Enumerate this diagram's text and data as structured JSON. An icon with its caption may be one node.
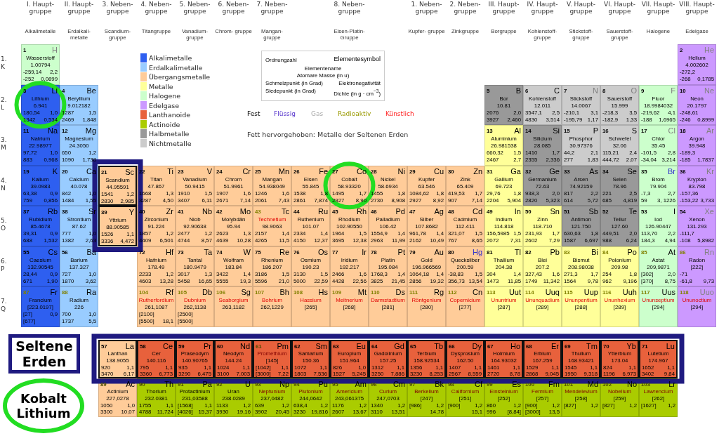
{
  "diagram": {
    "nodes": [
      {
        "text": [
          "1",
          "H",
          "Wasserstoff",
          "1.00794",
          "-259,14",
          "2,2",
          "-252",
          "0,0899"
        ]
      },
      {
        "text": [
          "2",
          "He",
          "Helium",
          "4.002602",
          "-272,2",
          "-268",
          "0,1785"
        ]
      },
      {
        "text": [
          "3",
          "Li",
          "Lithium",
          "6.941",
          "180,54",
          "1,0",
          "1342",
          "0,534"
        ]
      },
      {
        "text": [
          "4",
          "Be",
          "Beryllium",
          "9.012182",
          "1287",
          "1,5",
          "2469",
          "1,848"
        ]
      },
      {
        "text": [
          "5",
          "B",
          "Bor",
          "10.81",
          "2076",
          "2,0",
          "3927",
          "2,460"
        ]
      },
      {
        "text": [
          "6",
          "C",
          "Kohlenstoff",
          "12.011",
          "3547,1",
          "2,5",
          "4830",
          "3,514"
        ]
      },
      {
        "text": [
          "7",
          "N",
          "Stickstoff",
          "14.0067",
          "-210,1",
          "3,1",
          "-195,79",
          "1,17"
        ]
      },
      {
        "text": [
          "8",
          "O",
          "Sauerstoff",
          "15.999",
          "-218,3",
          "3,5",
          "-182,9",
          "1,33"
        ]
      },
      {
        "text": [
          "9",
          "F",
          "Fluor",
          "18.9984032",
          "-219,62",
          "4,1",
          "-188",
          "1,6965"
        ]
      },
      {
        "text": [
          "10",
          "Ne",
          "Neon",
          "20.1797",
          "-248,61",
          "-246",
          "0,8999"
        ]
      },
      {
        "text": [
          "11",
          "Na",
          "Natrium",
          "22.98977",
          "97,72",
          "1,0",
          "883",
          "0,968"
        ]
      },
      {
        "text": [
          "12",
          "Mg",
          "Magnesium",
          "24.3050",
          "650",
          "1,2",
          "1090",
          "1,738"
        ]
      },
      {
        "text": [
          "13",
          "Al",
          "Aluminium",
          "26.981538",
          "660,32",
          "1,5",
          "2467",
          "2,7"
        ]
      },
      {
        "text": [
          "14",
          "Si",
          "Silicium",
          "28.085",
          "1410",
          "1,7",
          "2355",
          "2,336"
        ]
      },
      {
        "text": [
          "15",
          "P",
          "Phosphor",
          "30.97376",
          "44,2",
          "2,1",
          "277",
          "1,83"
        ]
      },
      {
        "text": [
          "16",
          "S",
          "Schwefel",
          "32.06",
          "115,21",
          "2,4",
          "444,72",
          "2,07"
        ]
      },
      {
        "text": [
          "17",
          "Cl",
          "Chlor",
          "35.45",
          "-101,5",
          "2,8",
          "-34,04",
          "3,214"
        ]
      },
      {
        "text": [
          "18",
          "Ar",
          "Argon",
          "39.948",
          "-189,3",
          "-185",
          "1,7837"
        ]
      },
      {
        "text": [
          "19",
          "K",
          "Kalium",
          "39.0983",
          "63,38",
          "0,9",
          "759",
          "0,856"
        ]
      },
      {
        "text": [
          "20",
          "Ca",
          "Calcium",
          "40.078",
          "842",
          "1,0",
          "1484",
          "1,55"
        ]
      },
      {
        "text": [
          "21",
          "Sc",
          "Scandium",
          "44.95591",
          "1541",
          "1,2",
          "2830",
          "2,985"
        ]
      },
      {
        "text": [
          "22",
          "Ti",
          "Titan",
          "47.867",
          "1668",
          "1,3",
          "3287",
          "4,50"
        ]
      },
      {
        "text": [
          "23",
          "V",
          "Vanadium",
          "50.9415",
          "1910",
          "1,5",
          "3407",
          "6,11"
        ]
      },
      {
        "text": [
          "24",
          "Cr",
          "Chrom",
          "51.9961",
          "1907",
          "1,6",
          "2671",
          "7,14"
        ]
      },
      {
        "text": [
          "25",
          "Mn",
          "Mangan",
          "54.938049",
          "1246",
          "1,6",
          "2061",
          "7,43"
        ]
      },
      {
        "text": [
          "26",
          "Fe",
          "Eisen",
          "55.845",
          "1538",
          "1,8",
          "2861",
          "7,874"
        ]
      },
      {
        "text": [
          "27",
          "Co",
          "Cobalt",
          "58.93320",
          "1495",
          "1,7",
          "2927",
          "8,90"
        ]
      },
      {
        "text": [
          "28",
          "Ni",
          "Nickel",
          "58.6934",
          "1455",
          "1,8",
          "2730",
          "8,908"
        ]
      },
      {
        "text": [
          "29",
          "Cu",
          "Kupfer",
          "63.546",
          "1084,62",
          "1,8",
          "2927",
          "8,92"
        ]
      },
      {
        "text": [
          "30",
          "Zn",
          "Zink",
          "65.409",
          "419,53",
          "1,7",
          "907",
          "7,14"
        ]
      },
      {
        "text": [
          "31",
          "Ga",
          "Gallium",
          "69.723",
          "29,76",
          "1,8",
          "2204",
          "5,904"
        ]
      },
      {
        "text": [
          "32",
          "Ge",
          "Germanium",
          "72.63",
          "938,3",
          "2,0",
          "2820",
          "5,323"
        ]
      },
      {
        "text": [
          "33",
          "As",
          "Arsen",
          "74.92159",
          "817",
          "2,2",
          "614",
          "5,72"
        ]
      },
      {
        "text": [
          "34",
          "Se",
          "Selen",
          "78.96",
          "221",
          "2,5",
          "685",
          "4,819"
        ]
      },
      {
        "text": [
          "35",
          "Br",
          "Brom",
          "79.904",
          "-7,3",
          "2,7",
          "59",
          "3, 1226"
        ]
      },
      {
        "text": [
          "36",
          "Kr",
          "Krypton",
          "83.798",
          "-157,36",
          "-153,22",
          "3,733"
        ]
      },
      {
        "text": [
          "37",
          "Rb",
          "Rubidium",
          "85.4678",
          "39,31",
          "0,9",
          "688",
          "1,532"
        ]
      },
      {
        "text": [
          "38",
          "Sr",
          "Strontium",
          "87.62",
          "777",
          "1,0",
          "1382",
          "2,63"
        ]
      },
      {
        "text": [
          "39",
          "Y",
          "Yttrium",
          "88.90585",
          "1526",
          "1,1",
          "3336",
          "4,472"
        ]
      },
      {
        "text": [
          "40",
          "Zr",
          "Zirconium",
          "91.224",
          "1857",
          "1,2",
          "4409",
          "6,501"
        ]
      },
      {
        "text": [
          "41",
          "Nb",
          "Niob",
          "92.90638",
          "2477",
          "1,2",
          "4744",
          "8,57"
        ]
      },
      {
        "text": [
          "42",
          "Mo",
          "Molybdän",
          "95.94",
          "2623",
          "1,3",
          "4639",
          "10,28"
        ]
      },
      {
        "text": [
          "43",
          "Tc",
          "Technetium",
          "98.9063",
          "2157",
          "1,4",
          "4265",
          "11,5"
        ]
      },
      {
        "text": [
          "44",
          "Ru",
          "Ruthenium",
          "101.07",
          "2334",
          "1,4",
          "4150",
          "12,37"
        ]
      },
      {
        "text": [
          "45",
          "Rh",
          "Rhodium",
          "102.90550",
          "1964",
          "1,5",
          "3695",
          "12,38"
        ]
      },
      {
        "text": [
          "46",
          "Pd",
          "Palladium",
          "106.42",
          "1554,9",
          "1,4",
          "2963",
          "11,99"
        ]
      },
      {
        "text": [
          "47",
          "Ag",
          "Silber",
          "107.8682",
          "961,78",
          "1,4",
          "2162",
          "10,49"
        ]
      },
      {
        "text": [
          "48",
          "Cd",
          "Cadmium",
          "112.411",
          "321,07",
          "1,5",
          "767",
          "8,65"
        ]
      },
      {
        "text": [
          "49",
          "In",
          "Indium",
          "114.818",
          "156,5985",
          "1,5",
          "2072",
          "7,31"
        ]
      },
      {
        "text": [
          "50",
          "Sn",
          "Zinn",
          "118.710",
          "231,93",
          "1,7",
          "2602",
          "7,29"
        ]
      },
      {
        "text": [
          "51",
          "Sb",
          "Antimon",
          "121.750",
          "630,63",
          "1,8",
          "1587",
          "6,697"
        ]
      },
      {
        "text": [
          "52",
          "Te",
          "Tellur",
          "127.60",
          "449,51",
          "2,0",
          "988",
          "6,24"
        ]
      },
      {
        "text": [
          "53",
          "I",
          "Iod",
          "126.90447",
          "113,70",
          "2,2",
          "184,3",
          "4,94"
        ]
      },
      {
        "text": [
          "54",
          "Xe",
          "Xenon",
          "131.293",
          "-111,7",
          "-108",
          "5,8982"
        ]
      },
      {
        "text": [
          "55",
          "Cs",
          "Caesium",
          "132.90545",
          "28,44",
          "0,9",
          "671",
          "1,90"
        ]
      },
      {
        "text": [
          "56",
          "Ba",
          "Barium",
          "137.327",
          "727",
          "1,0",
          "1870",
          "3,62"
        ]
      },
      {
        "text": [
          "72",
          "Hf",
          "Hafnium",
          "178.49",
          "2233",
          "1,2",
          "4603",
          "13,28"
        ]
      },
      {
        "text": [
          "73",
          "Ta",
          "Tantal",
          "180.9479",
          "3017",
          "1,3",
          "5458",
          "16,65"
        ]
      },
      {
        "text": [
          "74",
          "W",
          "Wolfram",
          "183.84",
          "3422",
          "1,4",
          "5555",
          "19,3"
        ]
      },
      {
        "text": [
          "75",
          "Re",
          "Rhenium",
          "186.207",
          "3186",
          "1,5",
          "5596",
          "21,0"
        ]
      },
      {
        "text": [
          "76",
          "Os",
          "Osmium",
          "190.23",
          "3130",
          "1,5",
          "5000",
          "22,59"
        ]
      },
      {
        "text": [
          "77",
          "Ir",
          "Iridium",
          "192.217",
          "2466",
          "1,6",
          "4428",
          "22,56"
        ]
      },
      {
        "text": [
          "78",
          "Pt",
          "Platin",
          "195.084",
          "1768,3",
          "1,4",
          "3825",
          "21,45"
        ]
      },
      {
        "text": [
          "79",
          "Au",
          "Gold",
          "196.966569",
          "1064,18",
          "1,4",
          "2856",
          "19,32"
        ]
      },
      {
        "text": [
          "80",
          "Hg",
          "Quecksilber",
          "200.59",
          "-38,83",
          "1,5",
          "356,73",
          "13,54"
        ]
      },
      {
        "text": [
          "81",
          "Tl",
          "Thallium",
          "204.38",
          "304",
          "1,4",
          "1473",
          "11,85"
        ]
      },
      {
        "text": [
          "82",
          "Pb",
          "Blei",
          "207.2",
          "327,43",
          "1,6",
          "1749",
          "11,342"
        ]
      },
      {
        "text": [
          "83",
          "Bi",
          "Bismut",
          "208.98038",
          "271,3",
          "1,7",
          "1564",
          "9,78"
        ]
      },
      {
        "text": [
          "84",
          "Po",
          "Polonium",
          "209.98",
          "254",
          "1,8",
          "962",
          "9,196"
        ]
      },
      {
        "text": [
          "85",
          "At",
          "Astat",
          "209,9871",
          "[302]",
          "2,0",
          "[370]",
          "8,75"
        ]
      },
      {
        "text": [
          "86",
          "Rn",
          "Radon",
          "[222]",
          "-71",
          "-61,8",
          "9,73"
        ]
      },
      {
        "text": [
          "87",
          "Fr",
          "Francium",
          "[223.0197]",
          "[27]",
          "0,9",
          "[677]"
        ]
      },
      {
        "text": [
          "88",
          "Ra",
          "Radium",
          "226",
          "700",
          "1,0",
          "1737",
          "5,5"
        ]
      },
      {
        "text": [
          "104",
          "Rf",
          "Rutherfordium",
          "261,1087",
          "[2100]",
          "[5500]",
          "18,1"
        ]
      },
      {
        "text": [
          "105",
          "Db",
          "Dubnium",
          "262,1138",
          "[2500]",
          "[5500]"
        ]
      },
      {
        "text": [
          "106",
          "Sg",
          "Seaborgium",
          "263,1182"
        ]
      },
      {
        "text": [
          "107",
          "Bh",
          "Bohrium",
          "262,1229"
        ]
      },
      {
        "text": [
          "108",
          "Hs",
          "Hassium",
          "[265]"
        ]
      },
      {
        "text": [
          "109",
          "Mt",
          "Meitnerium",
          "[268]"
        ]
      },
      {
        "text": [
          "110",
          "Ds",
          "Darmstadtium",
          "[281]"
        ]
      },
      {
        "text": [
          "111",
          "Rg",
          "Röntgenium",
          "[280]"
        ]
      },
      {
        "text": [
          "112",
          "Cn",
          "Copernicium",
          "[277]"
        ]
      },
      {
        "text": [
          "113",
          "Uut",
          "Ununtrium",
          "[287]"
        ]
      },
      {
        "text": [
          "114",
          "Uuq",
          "Ununquadium",
          "[289]"
        ]
      },
      {
        "text": [
          "115",
          "Uup",
          "Ununpentium",
          "[288]"
        ]
      },
      {
        "text": [
          "116",
          "Uuh",
          "Ununhexium",
          "[289]"
        ]
      },
      {
        "text": [
          "117",
          "Uus",
          "Ununseptium",
          "[294]"
        ]
      },
      {
        "text": [
          "118",
          "Uuo",
          "Ununoctium",
          "[294]"
        ]
      },
      {
        "text": [
          "57",
          "La",
          "Lanthan",
          "138.9055",
          "920",
          "1,1",
          "3470",
          "6,17"
        ]
      },
      {
        "text": [
          "58",
          "Ce",
          "Cer",
          "140.116",
          "795",
          "1,1",
          "3360",
          "6,773"
        ]
      },
      {
        "text": [
          "59",
          "Pr",
          "Praseodym",
          "140.90765",
          "935",
          "1,1",
          "3290",
          "6,475"
        ]
      },
      {
        "text": [
          "60",
          "Nd",
          "Neodym",
          "144.24",
          "1024",
          "1,1",
          "3100",
          "7,003"
        ]
      },
      {
        "text": [
          "61",
          "Pm",
          "Promethium",
          "[145]",
          "[1042]",
          "1,1",
          "[3000]",
          "7,22"
        ]
      },
      {
        "text": [
          "62",
          "Sm",
          "Samarium",
          "150.36",
          "1072",
          "1,1",
          "1803",
          "7,536"
        ]
      },
      {
        "text": [
          "63",
          "Eu",
          "Europium",
          "151.964",
          "826",
          "1,0",
          "1527",
          "5,245"
        ]
      },
      {
        "text": [
          "64",
          "Gd",
          "Gadolinium",
          "157.25",
          "1312",
          "1,1",
          "3250",
          "7,886"
        ]
      },
      {
        "text": [
          "65",
          "Tb",
          "Terbium",
          "158.92534",
          "1356",
          "1,1",
          "3230",
          "8,253"
        ]
      },
      {
        "text": [
          "66",
          "Dy",
          "Dysprosium",
          "162.50",
          "1407",
          "1,1",
          "2567",
          "8,559"
        ]
      },
      {
        "text": [
          "67",
          "Ho",
          "Holmium",
          "164.93032",
          "1461",
          "1,1",
          "2720",
          "8,78"
        ]
      },
      {
        "text": [
          "68",
          "Er",
          "Erbium",
          "167.259",
          "1529",
          "1,1",
          "2868",
          "9,045"
        ]
      },
      {
        "text": [
          "69",
          "Tm",
          "Thulium",
          "168.93421",
          "1545",
          "1,1",
          "1950",
          "9,318"
        ]
      },
      {
        "text": [
          "70",
          "Yb",
          "Ytterbium",
          "173.04",
          "824",
          "1,1",
          "1196",
          "6,973"
        ]
      },
      {
        "text": [
          "71",
          "Lu",
          "Lutetium",
          "174.967",
          "1652",
          "1,1",
          "3402",
          "9,84"
        ]
      },
      {
        "text": [
          "89",
          "Ac",
          "Actinium",
          "227,0278",
          "1050",
          "1,0",
          "3300",
          "10,07"
        ]
      },
      {
        "text": [
          "90",
          "Th",
          "Thorium",
          "232.0381",
          "1755",
          "1,1",
          "4788",
          "11,724"
        ]
      },
      {
        "text": [
          "91",
          "Pa",
          "Protactinium",
          "231,03588",
          "[1568]",
          "1,1",
          "[4026]",
          "15,37"
        ]
      },
      {
        "text": [
          "92",
          "U",
          "Uran",
          "238.0289",
          "1133",
          "1,2",
          "3930",
          "19,16"
        ]
      },
      {
        "text": [
          "93",
          "Np",
          "Neptunium",
          "237,0482",
          "639",
          "1,2",
          "3902",
          "20,45"
        ]
      },
      {
        "text": [
          "94",
          "Pu",
          "Plutonium",
          "244,0642",
          "638,4",
          "1,2",
          "3230",
          "19,816"
        ]
      },
      {
        "text": [
          "95",
          "Am",
          "Americium",
          "243,061375",
          "1176",
          "1,2",
          "2607",
          "13,67"
        ]
      },
      {
        "text": [
          "96",
          "Cm",
          "Curium",
          "247,0703",
          "1340",
          "1,2",
          "3110",
          "13,51"
        ]
      },
      {
        "text": [
          "97",
          "Bk",
          "Berkelium",
          "[247]",
          "[986]",
          "1,2",
          "14,78"
        ]
      },
      {
        "text": [
          "98",
          "Cf",
          "Californium",
          "[251]",
          "[900]",
          "1,2",
          "15,1"
        ]
      },
      {
        "text": [
          "99",
          "Es",
          "Einsteinium",
          "[252]",
          "860",
          "1,2",
          "996",
          "[8,84]"
        ]
      },
      {
        "text": [
          "100",
          "Fm",
          "Fermium",
          "[257]",
          "[900]",
          "1,2",
          "[3000]",
          "13,5"
        ]
      },
      {
        "text": [
          "101",
          "Md",
          "Mendelevium",
          "[258]",
          "[827]",
          "1,2"
        ]
      },
      {
        "text": [
          "102",
          "No",
          "Nobelium",
          "[259]",
          "[827]",
          "1,2"
        ]
      },
      {
        "text": [
          "103",
          "Lr",
          "Lawrencium",
          "[262]",
          "[1627]",
          "1,2"
        ]
      },
      {
        "text": [
          "Ordnungzahl",
          "Elementesymbol",
          "Elementename",
          "Atomare Masse (in u)",
          "Schmelzpunkt (in Grad)",
          "Elektronegativität",
          "Siedepunkt (in Grad)",
          "Dichte (in g · cm$^{−3}$)"
        ]
      },
      {
        "text": [
          "Seltene Erden"
        ]
      },
      {
        "text": [
          "Kobalt Lithium"
        ]
      }
    ],
    "labels": [
      "I. Haupt- gruppe",
      "II. Haupt- gruppe",
      "3. Neben- gruppe",
      "4. Neben- gruppe",
      "5. Neben- gruppe",
      "6. Neben- gruppe",
      "7. Neben- gruppe",
      "8. Neben- gruppe",
      "1. Neben- gruppe",
      "2. Neben- gruppe",
      "III. Haupt- gruppe",
      "IV. Haupt- gruppe",
      "V. Haupt- gruppe",
      "VI. Haupt- gruppe",
      "VII. Haupt- gruppe",
      "VIII. Haupt- gruppe",
      "Alkalimetalle",
      "Erdalkali- metalle",
      "Scandium- gruppe",
      "Titangruppe",
      "Vanadium- gruppe",
      "Chrom- gruppe",
      "Mangan- gruppe",
      "Eisen-Platin- Gruppe",
      "Kupfer- gruppe",
      "Zinkgruppe",
      "Borgruppe",
      "Kohlenstoff- gruppe",
      "Stickstoff- gruppe",
      "Sauerstoff- gruppe",
      "Halogene",
      "Edelgase",
      "1. K",
      "2. L",
      "3. M",
      "4. N",
      "5. O",
      "6. P",
      "7. Q",
      "Fest",
      "Flüssig",
      "Gas",
      "Radioaktiv",
      "Künstlich",
      "Fett hervorgehoben: Metalle der Seltenen Erden"
    ],
    "legend": [
      {
        "text": "Alkalimetalle",
        "color": "#2e5ff0"
      },
      {
        "text": "Erdalkalimetalle",
        "color": "#99ccff"
      },
      {
        "text": "Übergangsmetalle",
        "color": "#ffcc99"
      },
      {
        "text": "Metalle",
        "color": "#ffff99"
      },
      {
        "text": "Halogene",
        "color": "#ccffcc"
      },
      {
        "text": "Edelgase",
        "color": "#cc99ff"
      },
      {
        "text": "Lanthanoide",
        "color": "#e8613c"
      },
      {
        "text": "Actinoide",
        "color": "#aacc00"
      },
      {
        "text": "Halbmetalle",
        "color": "#999999"
      },
      {
        "text": "Nichtmetalle",
        "color": "#cccccc"
      }
    ]
  }
}
